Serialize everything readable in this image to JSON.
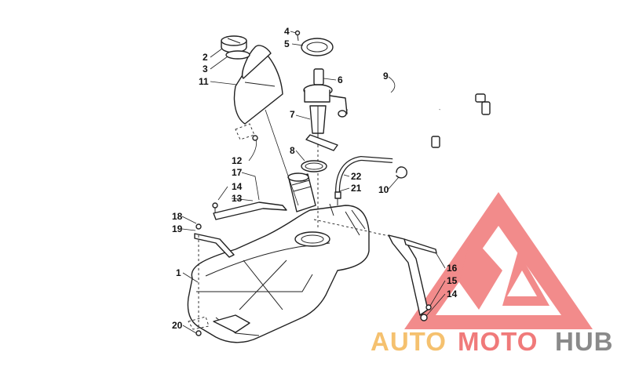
{
  "diagram": {
    "callouts": [
      "1",
      "2",
      "3",
      "4",
      "5",
      "6",
      "7",
      "8",
      "9",
      "10",
      "11",
      "12",
      "13",
      "14",
      "15",
      "16",
      "17",
      "18",
      "19",
      "20",
      "21",
      "22",
      "14"
    ]
  },
  "watermark": {
    "part_auto": "AUTO",
    "part_moto": "MOTO",
    "part_hub": "HUB",
    "colors": {
      "auto": "#f5c16f",
      "moto": "#f07a7a",
      "hub": "#8a8a8a",
      "triangle": "#ef6b6b"
    }
  }
}
